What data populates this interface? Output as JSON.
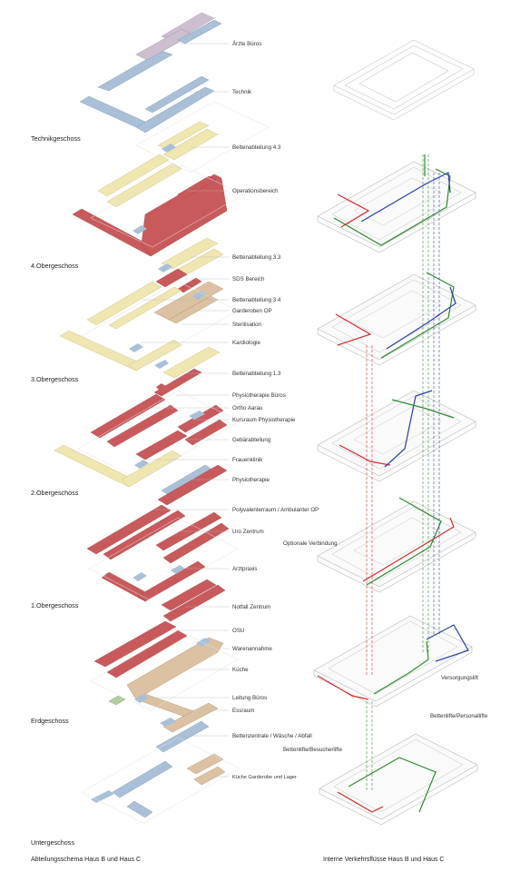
{
  "colors": {
    "red": "#c95a5c",
    "yellow": "#efe6b0",
    "blue": "#a9c0d8",
    "tan": "#dcc2a2",
    "lilac": "#cdbfd0",
    "green": "#b3cfa0",
    "flow_red": "#d42a2a",
    "flow_green": "#2f8a2f",
    "flow_blue": "#2740a6",
    "plan_line": "#9a9a9a"
  },
  "floors": [
    {
      "name": "Technikgeschoss",
      "labels": [
        "Ärzte Büros",
        "Technik"
      ]
    },
    {
      "name": "4.Obergeschoss",
      "labels": [
        "Bettenabteilung 4.3",
        "Operationsbereich",
        "Bettenabteilung 3.3"
      ]
    },
    {
      "name": "3.Obergeschoss",
      "labels": [
        "SDS Bereich",
        "Bettenabteilung 3.4",
        "Garderoben OP",
        "Sterilisation",
        "Kardiologie",
        "Bettenabteilung 1.3"
      ]
    },
    {
      "name": "2.Obergeschoss",
      "labels": [
        "Physiotherapie Büros",
        "Ortho Aarau",
        "Kursraum Physiotherapie",
        "Gebärabteilung",
        "Frauenklinik",
        "Physiotherapie"
      ]
    },
    {
      "name": "1.Obergeschoss",
      "labels": [
        "Polyvalenterraum / Ambulanter OP",
        "Uro Zentrum",
        "Arztpraxis",
        "Notfall Zentrum"
      ]
    },
    {
      "name": "Erdgeschoss",
      "labels": [
        "OSU",
        "Warenannahme",
        "Küche",
        "Leitung Büros",
        "Essraum"
      ]
    },
    {
      "name": "Untergeschoss",
      "labels": [
        "Bettenzentrale / Wäsche / Abfall",
        "Küche Garderobe und Lager"
      ]
    }
  ],
  "right": {
    "optional": "Optionale Verbindung",
    "versorgungslift": "Versorgungslift",
    "bettenlifte_personal": "Bettenlifte/Personallifte",
    "bettenlifte_besucher": "Bettenlifte/Besucherlifte"
  },
  "captions": {
    "left": "Abteilungsschema Haus B und Haus C",
    "right": "Interne Verkehrsflüsse Haus B und Haus C"
  }
}
